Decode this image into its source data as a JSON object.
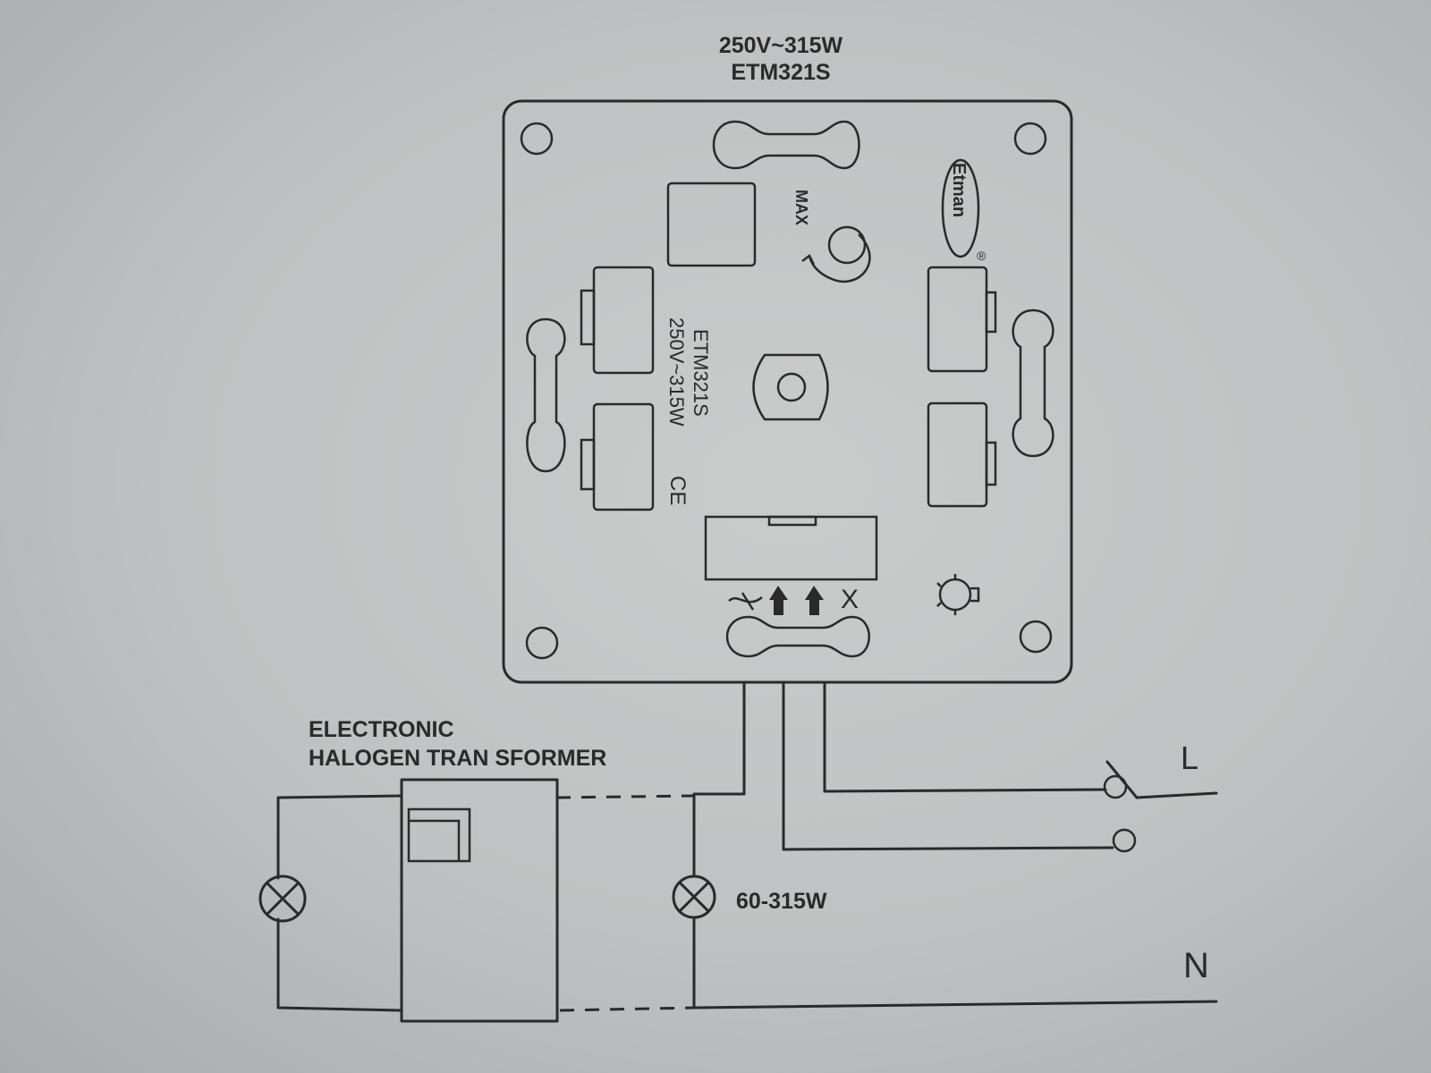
{
  "header": {
    "rating": "250V~315W",
    "model": "ETM321S"
  },
  "device": {
    "brand": "Etman",
    "registered_mark": "®",
    "max_label": "MAX",
    "print_model": "ETM321S",
    "print_rating": "250V~315W",
    "ce_mark": "CE",
    "terminal_x_symbol": "X"
  },
  "transformer": {
    "line1": "ELECTRONIC",
    "line2": "HALOGEN TRAN SFORMER"
  },
  "load": {
    "power_range": "60-315W"
  },
  "supply": {
    "line": "L",
    "neutral": "N"
  },
  "icons": [
    "mounting-hole-icon",
    "keyhole-slot-icon",
    "lamp-icon",
    "bulb-icon",
    "arrow-up-icon",
    "switch-icon"
  ]
}
